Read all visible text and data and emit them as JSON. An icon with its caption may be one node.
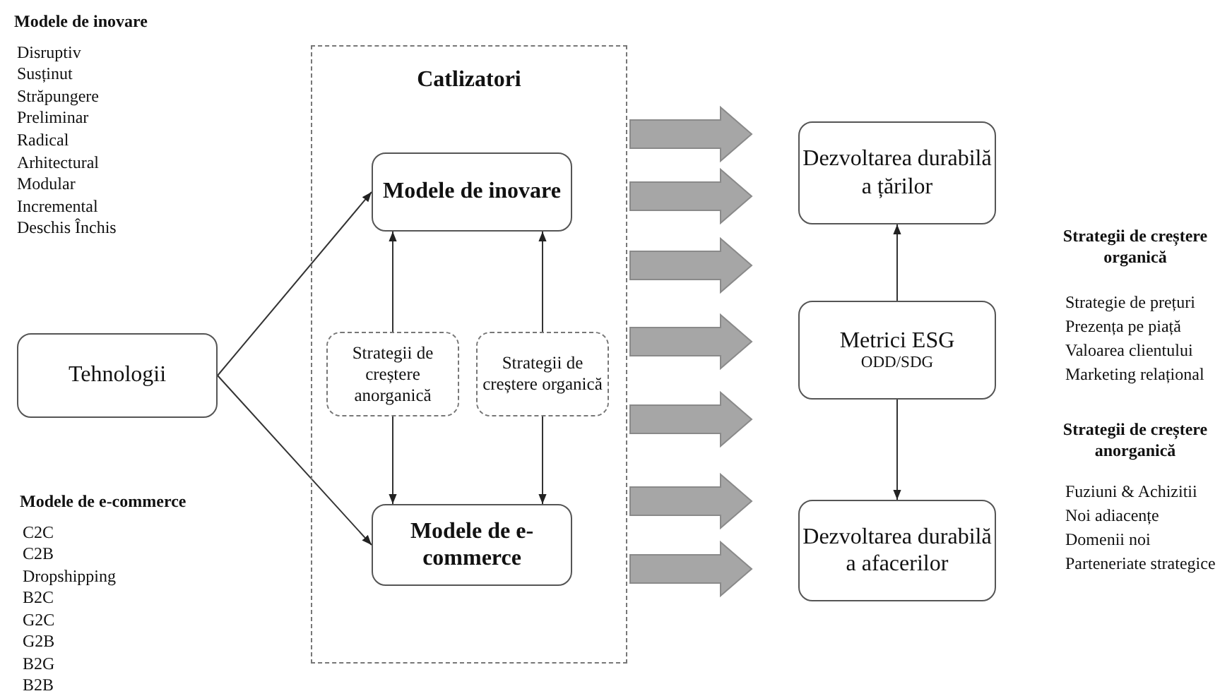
{
  "diagram": {
    "nodes": [
      {
        "text": [
          "Tehnologii"
        ]
      },
      {
        "text": [
          "Catlizatori"
        ]
      },
      {
        "text": [
          "Modele de inovare"
        ],
        "in": 1
      },
      {
        "text": [
          "Strategii de creștere anorganică"
        ],
        "in": 1
      },
      {
        "text": [
          "Strategii de creștere organică"
        ],
        "in": 1
      },
      {
        "text": [
          "Modele de e-commerce"
        ],
        "in": 1
      },
      {
        "text": [
          "Dezvoltarea durabilă a țărilor"
        ]
      },
      {
        "text": [
          "Metrici ESG",
          "ODD/SDG"
        ]
      },
      {
        "text": [
          "Dezvoltarea durabilă a afacerilor"
        ]
      }
    ],
    "edges": [
      {
        "from": 0,
        "to": 2,
        "arrow": "to"
      },
      {
        "from": 0,
        "to": 5,
        "arrow": "to"
      },
      {
        "from": 3,
        "to": 2,
        "arrow": "to"
      },
      {
        "from": 3,
        "to": 5,
        "arrow": "to"
      },
      {
        "from": 4,
        "to": 2,
        "arrow": "to"
      },
      {
        "from": 4,
        "to": 5,
        "arrow": "to"
      },
      {
        "from": 7,
        "to": 6,
        "arrow": "to"
      },
      {
        "from": 7,
        "to": 8,
        "arrow": "to"
      }
    ],
    "labels": [
      "Modele de inovare",
      "Disruptiv",
      "Susținut",
      "Străpungere",
      "Preliminar",
      "Radical",
      "Arhitectural",
      "Modular",
      "Incremental",
      "Deschis Închis",
      "Modele de e-commerce",
      "C2C",
      "C2B",
      "Dropshipping",
      "B2C",
      "G2C",
      "G2B",
      "B2G",
      "B2B",
      "Strategii de creștere organică",
      "Strategie de prețuri",
      "Prezența pe piață",
      "Valoarea clientului",
      "Marketing relațional",
      "Strategii de creștere anorganică",
      "Fuziuni & Achizitii",
      "Noi adiacențe",
      "Domenii noi",
      "Parteneriate strategice"
    ]
  }
}
